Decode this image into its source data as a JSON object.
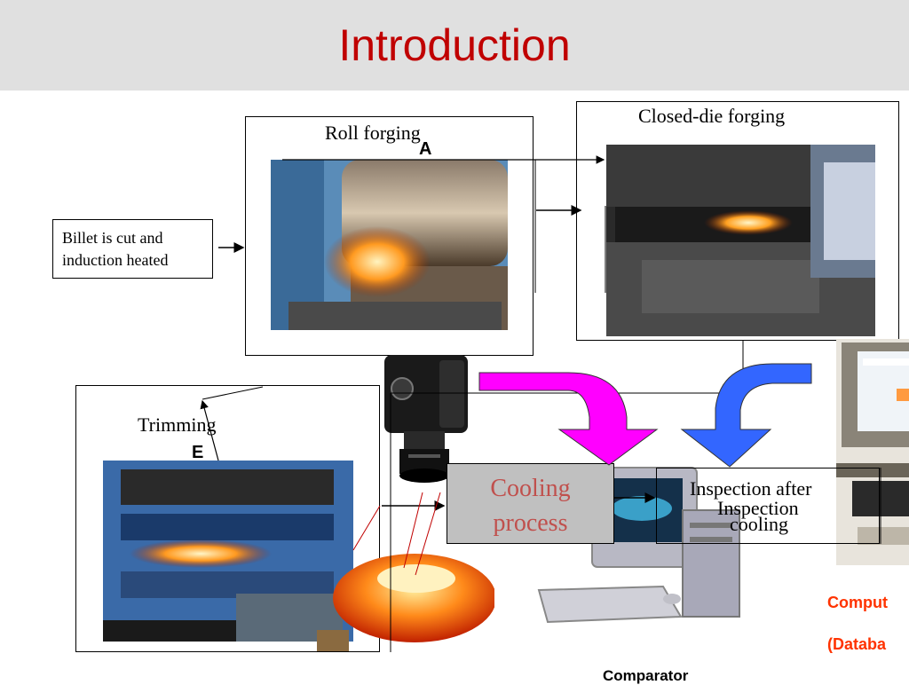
{
  "slide": {
    "title": "Introduction",
    "accent_color": "#c00000",
    "title_bar_color": "#e0e0e0"
  },
  "steps": {
    "billet": {
      "line1": "Billet is cut and",
      "line2": "induction heated"
    },
    "roll_forging": {
      "label": "Roll forging",
      "marker": "A",
      "image": "roll-forging-photo"
    },
    "closed_die": {
      "label": "Closed-die forging",
      "image": "closed-die-forging-photo"
    },
    "trimming": {
      "label": "Trimming",
      "marker": "E",
      "image": "trimming-press-photo"
    },
    "cooling": {
      "line1": "Cooling",
      "line2": "process",
      "text_color": "#c0504d",
      "fill": "#c0c0c0"
    },
    "inspection": {
      "line1": "Inspection after",
      "line2": "cooling",
      "overlap_text": "Inspection"
    }
  },
  "equipment": {
    "camera": "camera-icon",
    "comparator": {
      "label": "Comparator",
      "icon": "desktop-computer-icon"
    },
    "computer": {
      "line1": "Comput",
      "line2": "(Databa",
      "text_color": "#ff3300",
      "icon": "workstation-computer-icon"
    },
    "forged_part": "forged-ring-photo"
  },
  "arrows": {
    "magenta": "#ff00ff",
    "blue": "#3366ff"
  }
}
